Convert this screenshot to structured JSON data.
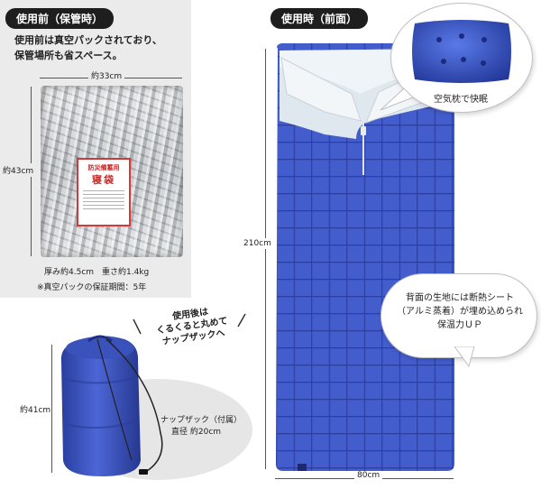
{
  "before": {
    "badge": "使用前（保管時）",
    "desc_line1": "使用前は真空パックされており、",
    "desc_line2": "保管場所も省スペース。",
    "width_label": "約33cm",
    "height_label": "約43cm",
    "pack_tag_title": "防災備蓄用",
    "pack_tag_main": "寝袋",
    "thickness_weight": "厚み約4.5cm　重さ約1.4kg",
    "warranty": "※真空パックの保証期間：5年"
  },
  "roll": {
    "callout_line1": "使用後は",
    "callout_line2": "くるくると丸めて",
    "callout_line3": "ナップザックへ",
    "height_label": "約41cm",
    "sack_line1": "ナップザック（付属）",
    "sack_line2": "直径 約20cm"
  },
  "front": {
    "badge": "使用時（前面）",
    "pillow_caption": "空気枕で快眠",
    "height_label": "210cm",
    "width_label": "80cm",
    "note_line1": "背面の生地には断熱シート",
    "note_line2": "（アルミ蒸着）が埋め込められ",
    "note_line3": "保温力ＵＰ"
  },
  "colors": {
    "bag_blue": "#3b54c4",
    "lining": "#dfe8ee",
    "foil": "#c9ccd0",
    "gray_panel": "#ebebeb"
  }
}
